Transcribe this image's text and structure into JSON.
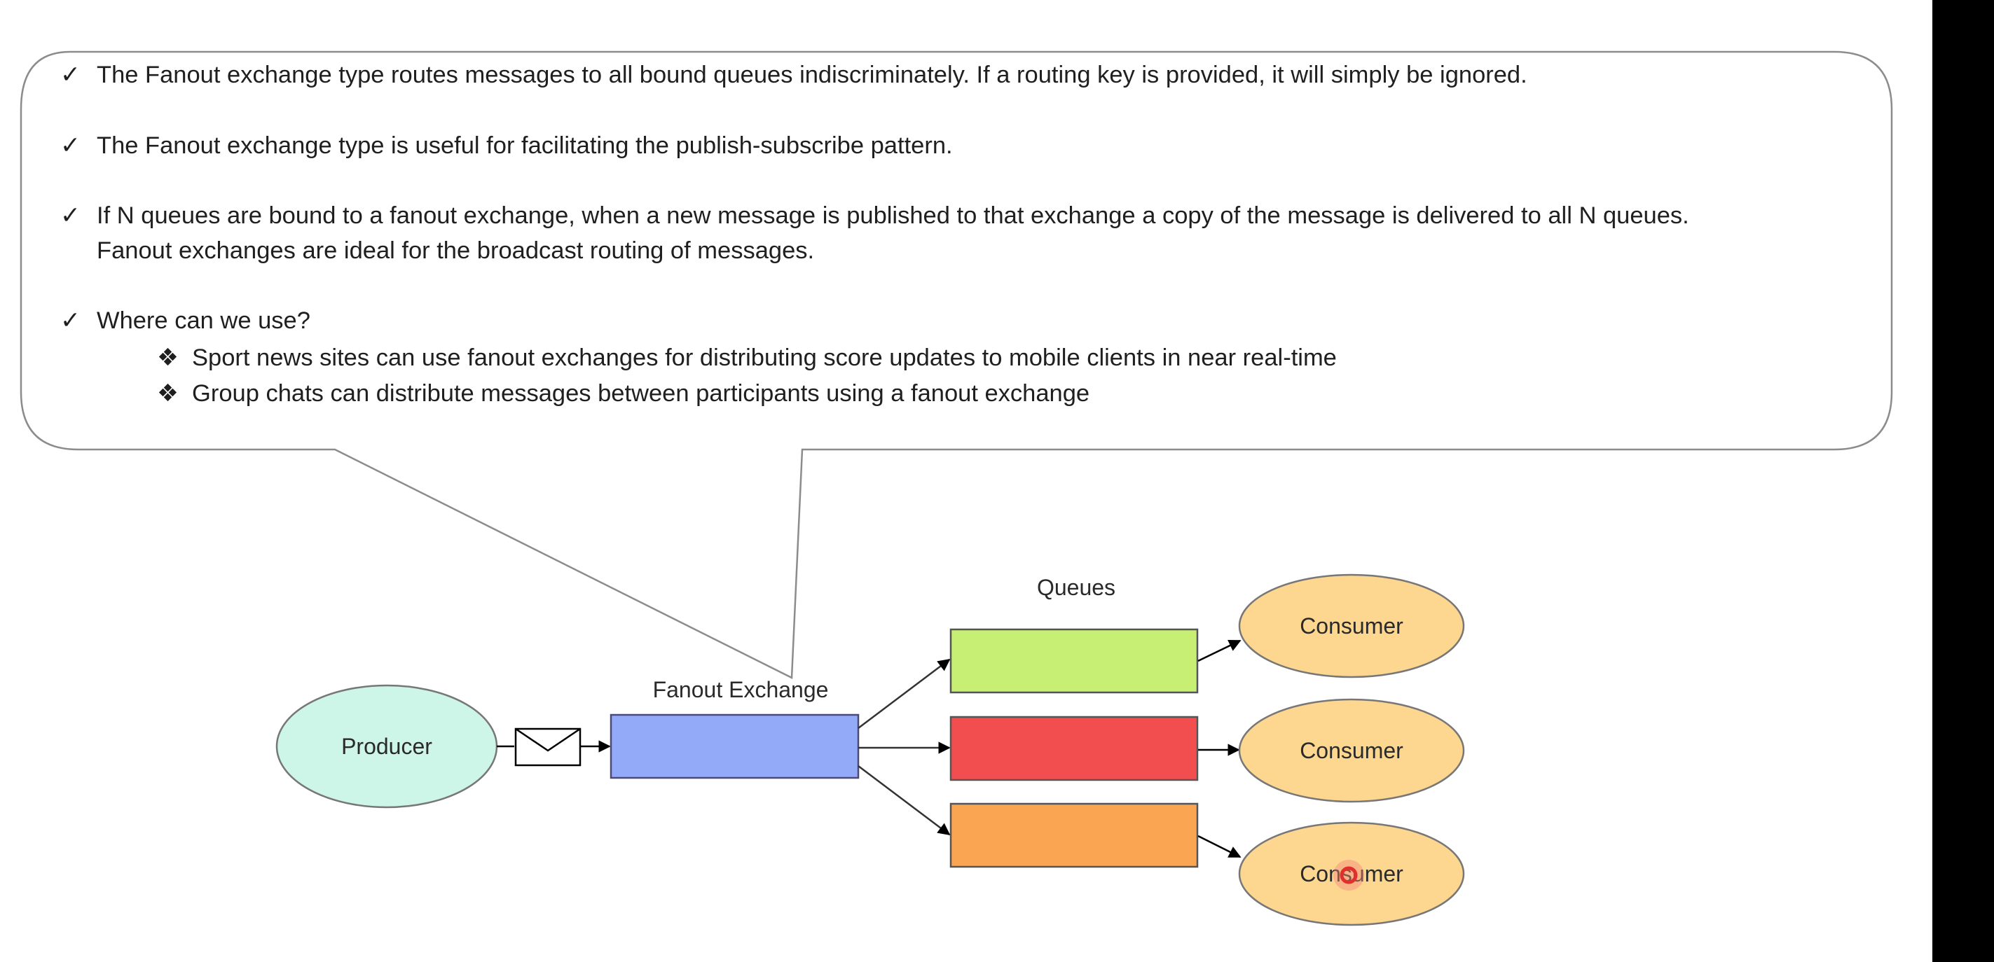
{
  "callout": {
    "bullets": [
      {
        "marker": "✓",
        "lines": [
          "The Fanout exchange type routes messages to all bound queues indiscriminately.  If a routing key is provided, it will simply be ignored."
        ]
      },
      {
        "marker": "✓",
        "lines": [
          "The Fanout exchange type is useful for facilitating the publish-subscribe pattern."
        ]
      },
      {
        "marker": "✓",
        "lines": [
          "If N queues are bound to a fanout exchange, when a new message is published to that exchange a copy of the message is delivered to all N queues.",
          "Fanout exchanges are ideal for the broadcast routing of messages."
        ]
      },
      {
        "marker": "✓",
        "lines": [
          "Where can we use?"
        ]
      }
    ],
    "sub_bullets": [
      {
        "marker": "❖",
        "text": "Sport news sites can use fanout exchanges for distributing score updates to mobile clients in near real-time"
      },
      {
        "marker": "❖",
        "text": "Group chats can distribute messages between participants using a fanout exchange"
      }
    ]
  },
  "diagram": {
    "producer_label": "Producer",
    "exchange_label": "Fanout Exchange",
    "queues_label": "Queues",
    "queues": [
      {
        "color": "#c6ef74"
      },
      {
        "color": "#f24e50"
      },
      {
        "color": "#f9a552"
      }
    ],
    "consumers": [
      {
        "label": "Consumer"
      },
      {
        "label": "Consumer"
      },
      {
        "label": "Consumer"
      }
    ],
    "colors": {
      "producer_fill": "#cdf5e8",
      "exchange_fill": "#93aaf8",
      "consumer_fill": "#fdd68f",
      "cursor": "#e0302e"
    }
  }
}
